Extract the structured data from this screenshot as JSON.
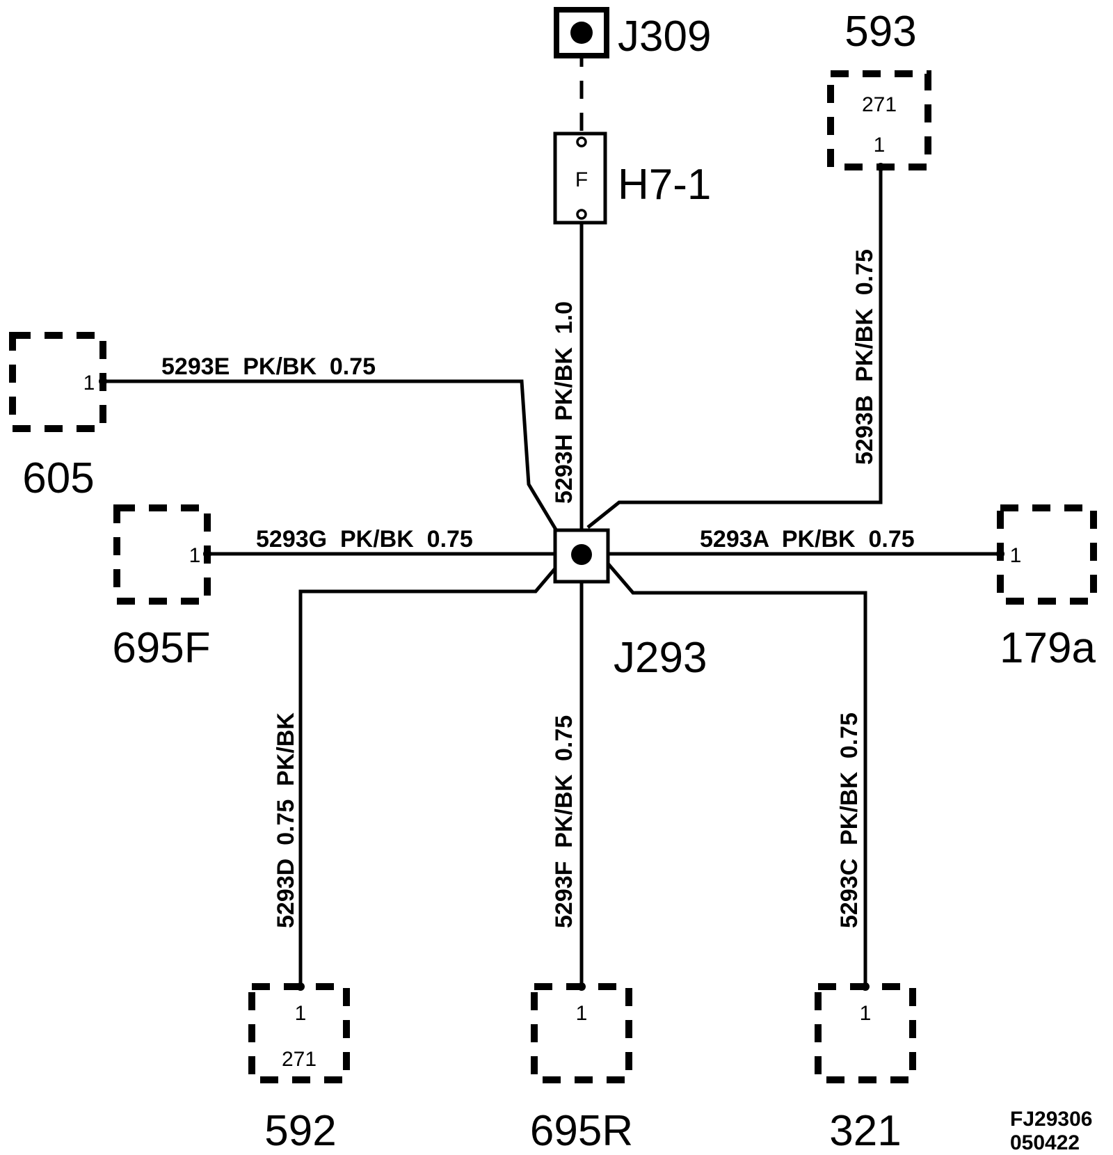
{
  "components": {
    "j309": "J309",
    "h7_1": "H7-1",
    "fuse_letter": "F",
    "j293": "J293"
  },
  "connectors": {
    "c593": {
      "name": "593",
      "pin": "1",
      "code": "271"
    },
    "c605": {
      "name": "605",
      "pin": "1"
    },
    "c695f": {
      "name": "695F",
      "pin": "1"
    },
    "c179a": {
      "name": "179a",
      "pin": "1"
    },
    "c592": {
      "name": "592",
      "pin": "1",
      "code": "271"
    },
    "c695r": {
      "name": "695R",
      "pin": "1"
    },
    "c321": {
      "name": "321",
      "pin": "1"
    }
  },
  "wires": {
    "w5293a": "5293A  PK/BK  0.75",
    "w5293b": "5293B  PK/BK  0.75",
    "w5293c": "5293C  PK/BK  0.75",
    "w5293d": "5293D  0.75  PK/BK",
    "w5293e": "5293E  PK/BK  0.75",
    "w5293f": "5293F  PK/BK  0.75",
    "w5293g": "5293G  PK/BK  0.75",
    "w5293h": "5293H  PK/BK  1.0"
  },
  "footer": {
    "ref_line1": "FJ29306",
    "ref_line2": "050422"
  }
}
